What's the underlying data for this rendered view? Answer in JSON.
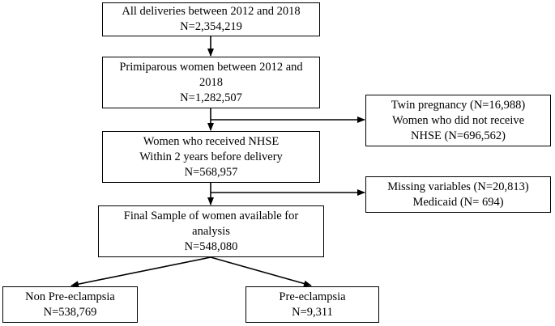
{
  "flowchart": {
    "all_deliveries": {
      "line1": "All deliveries between 2012 and 2018",
      "line2": "N=2,354,219"
    },
    "primiparous": {
      "line1": "Primiparous women between 2012 and",
      "line2": "2018",
      "line3": "N=1,282,507"
    },
    "received_nhse": {
      "line1": "Women who received NHSE",
      "line2": "Within 2 years before delivery",
      "line3": "N=568,957"
    },
    "final_sample": {
      "line1": "Final Sample of women available for",
      "line2": "analysis",
      "line3": "N=548,080"
    },
    "exclusion_1": {
      "line1": "Twin pregnancy (N=16,988)",
      "line2": "Women who did not receive",
      "line3": "NHSE (N=696,562)"
    },
    "exclusion_2": {
      "line1": "Missing variables (N=20,813)",
      "line2": "Medicaid (N= 694)"
    },
    "non_preeclampsia": {
      "line1": "Non Pre-eclampsia",
      "line2": "N=538,769"
    },
    "preeclampsia": {
      "line1": "Pre-eclampsia",
      "line2": "N=9,311"
    }
  },
  "colors": {
    "line": "#000000",
    "box_border": "#000000",
    "background": "#ffffff"
  }
}
